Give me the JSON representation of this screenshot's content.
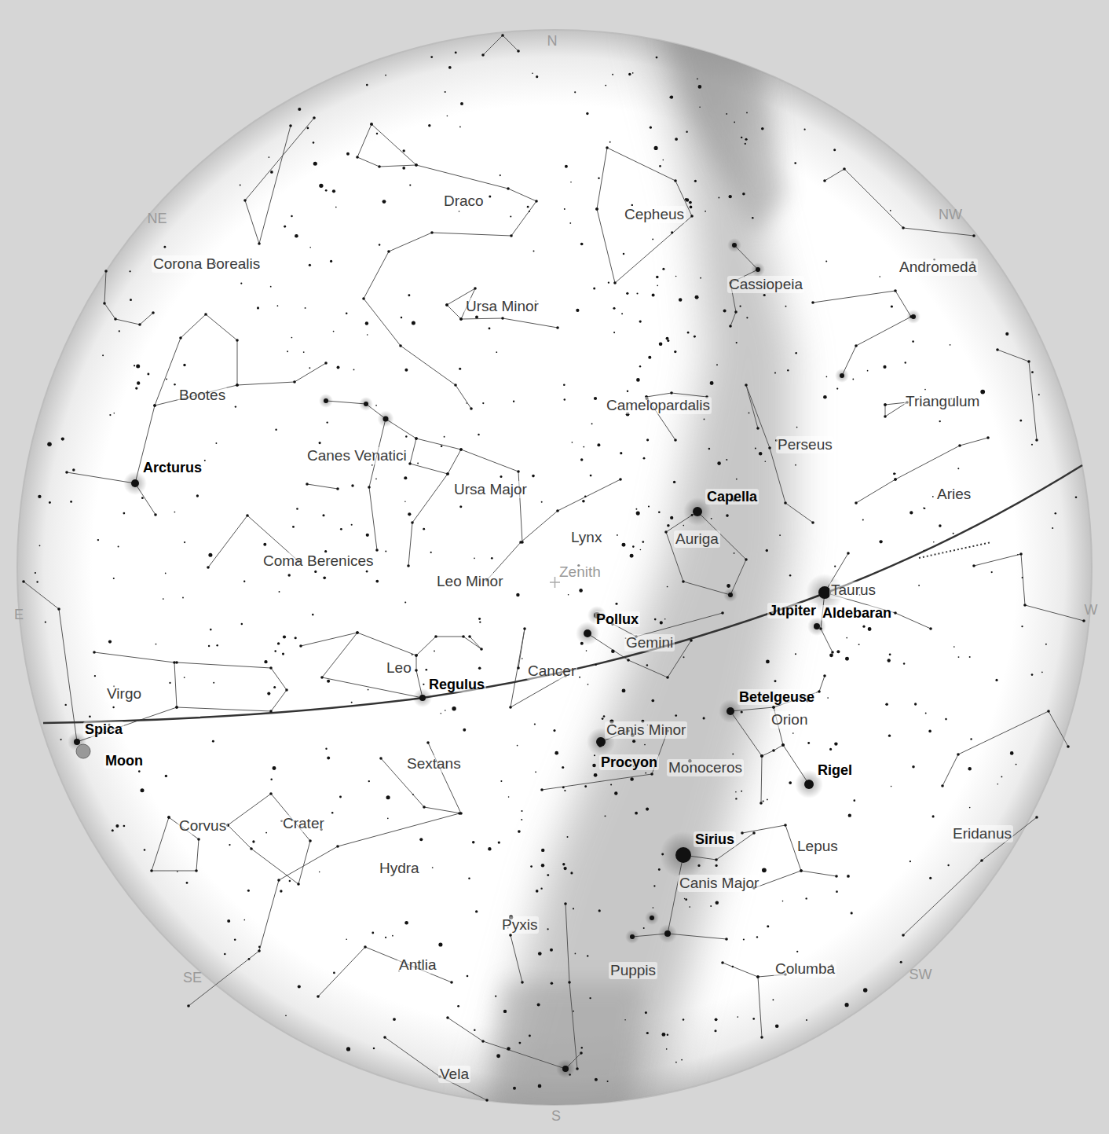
{
  "diagram": {
    "labels": [
      "N",
      "Draco",
      "Cepheus",
      "NE",
      "NW",
      "Corona Borealis",
      "Andromeda",
      "Cassiopeia",
      "Ursa Minor",
      "Bootes",
      "Triangulum",
      "Camelopardalis",
      "Perseus",
      "Canes Venatici",
      "Arcturus",
      "Ursa Major",
      "Aries",
      "Capella",
      "Lynx",
      "Auriga",
      "Coma Berenices",
      "Zenith",
      "Leo Minor",
      "Taurus",
      "E",
      "W",
      "Jupiter",
      "Aldebaran",
      "Pollux",
      "Gemini",
      "Leo",
      "Cancer",
      "Regulus",
      "Virgo",
      "Betelgeuse",
      "Orion",
      "Spica",
      "Canis Minor",
      "Moon",
      "Procyon",
      "Monoceros",
      "Sextans",
      "Rigel",
      "Crater",
      "Corvus",
      "Eridanus",
      "Sirius",
      "Lepus",
      "Hydra",
      "Canis Major",
      "Pyxis",
      "Antlia",
      "Puppis",
      "Columba",
      "SE",
      "SW",
      "Vela",
      "S"
    ]
  }
}
